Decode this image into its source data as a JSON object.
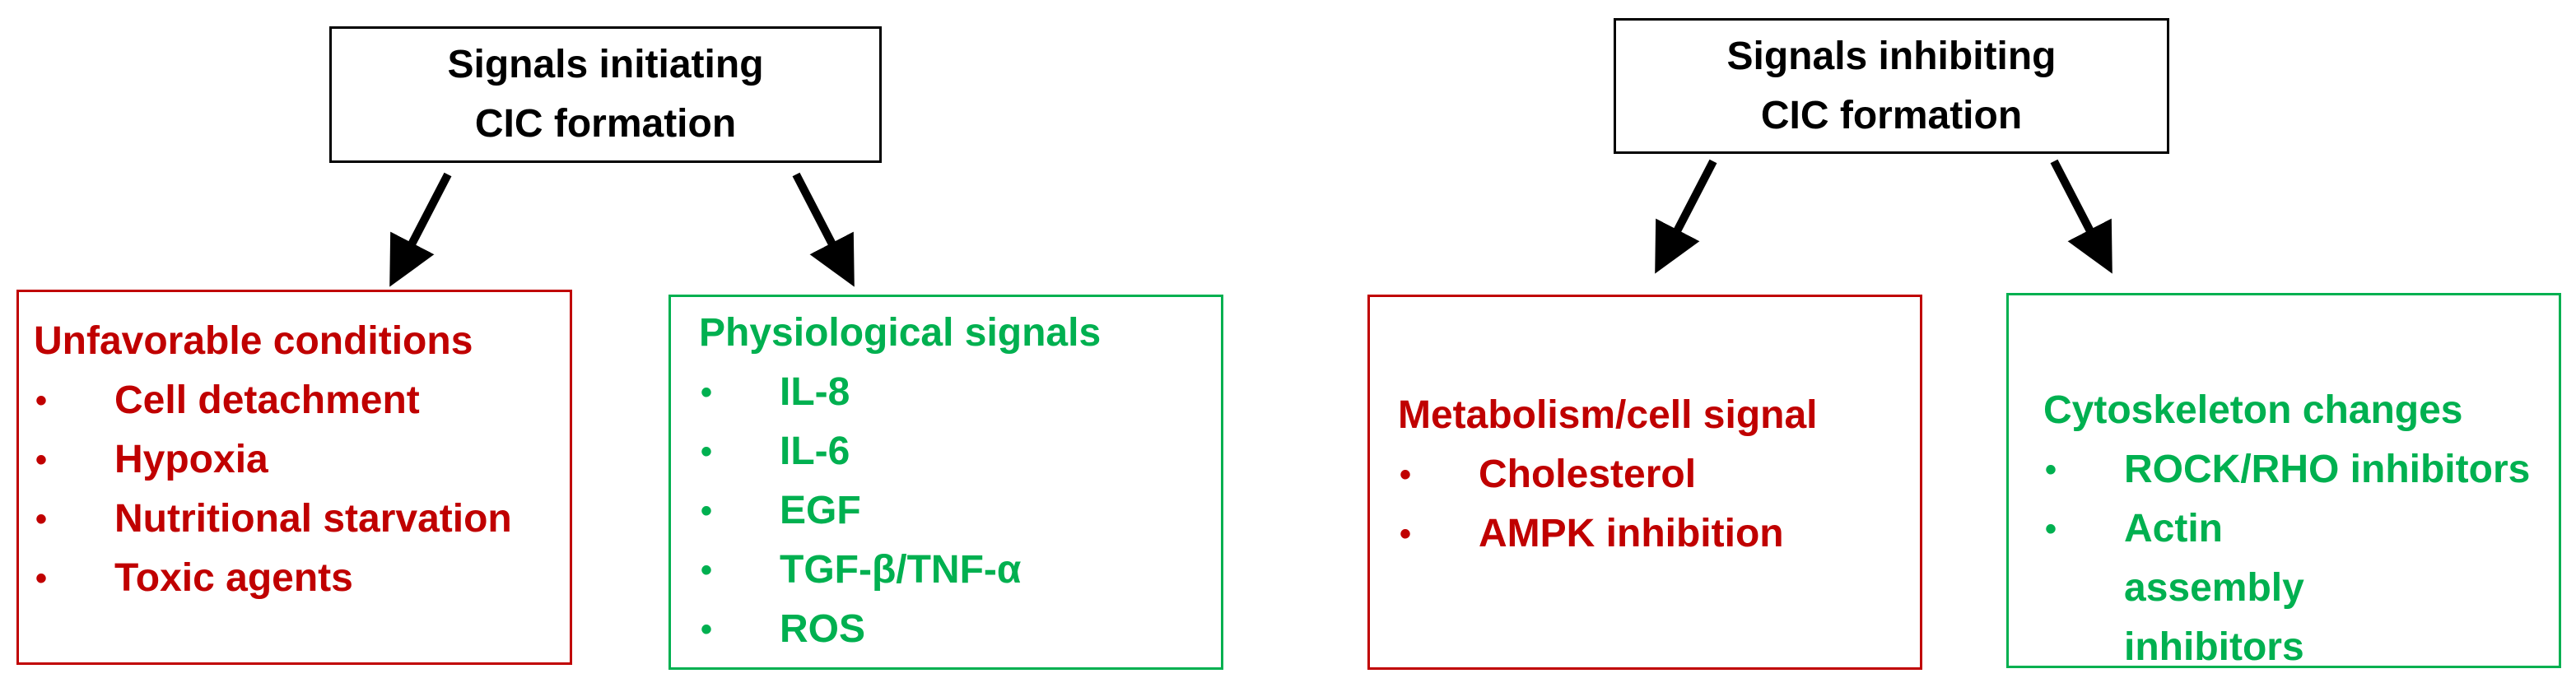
{
  "colors": {
    "red": "#c00000",
    "green": "#00b050",
    "black": "#000000"
  },
  "initiating": {
    "title_line1": "Signals initiating",
    "title_line2": "CIC formation",
    "unfavorable": {
      "title": "Unfavorable conditions",
      "items": [
        "Cell detachment",
        "Hypoxia",
        "Nutritional starvation",
        "Toxic agents"
      ]
    },
    "physiological": {
      "title": "Physiological signals",
      "items": [
        "IL-8",
        "IL-6",
        "EGF",
        "TGF-β/TNF-α",
        "ROS"
      ]
    }
  },
  "inhibiting": {
    "title_line1": "Signals inhibiting",
    "title_line2": "CIC formation",
    "metabolism": {
      "title": "Metabolism/cell signal",
      "items": [
        "Cholesterol",
        "AMPK inhibition"
      ]
    },
    "cytoskeleton": {
      "title": "Cytoskeleton changes",
      "items": [
        "ROCK/RHO inhibitors",
        "Actin assembly inhibitors"
      ]
    }
  },
  "bullet": "•"
}
